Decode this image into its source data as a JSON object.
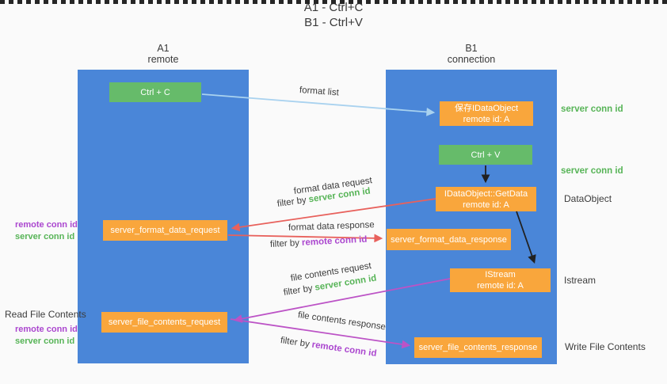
{
  "title": {
    "line1": "A1 - Ctrl+C",
    "line2": "B1 - Ctrl+V"
  },
  "columns": {
    "a1": {
      "name": "A1",
      "subtitle": "remote"
    },
    "b1": {
      "name": "B1",
      "subtitle": "connection"
    }
  },
  "nodes": {
    "ctrl_c": "Ctrl + C",
    "ctrl_v": "Ctrl + V",
    "save_idataobject": {
      "line1": "保存IDataObject",
      "line2": "remote id: A"
    },
    "getdata": {
      "line1": "IDataObject::GetData",
      "line2": "remote id: A"
    },
    "istream": {
      "line1": "IStream",
      "line2": "remote id: A"
    },
    "server_format_data_request": "server_format_data_request",
    "server_format_data_response": "server_format_data_response",
    "server_file_contents_request": "server_file_contents_request",
    "server_file_contents_response": "server_file_contents_response"
  },
  "arrow_labels": {
    "format_list": "format list",
    "format_data_request": "format data request",
    "format_data_response": "format data response",
    "file_contents_request": "file contents request",
    "file_contents_response": "file contents response",
    "filter_by": "filter by"
  },
  "side_labels": {
    "server_conn_id": "server conn id",
    "remote_conn_id": "remote conn id",
    "dataobject": "DataObject",
    "istream": "Istream",
    "read_file_contents": "Read File Contents",
    "write_file_contents": "Write File Contents"
  },
  "colors": {
    "column_blue": "#4a86d8",
    "box_green": "#66bb6a",
    "box_orange": "#f9a63c",
    "conn_id_green": "#57b457",
    "conn_id_purple": "#ab47cf",
    "arrow_red": "#e8615c",
    "arrow_magenta": "#bc53c6",
    "arrow_light_blue": "#a9d2ef",
    "arrow_black": "#212121",
    "separator_dark": "#262626"
  }
}
